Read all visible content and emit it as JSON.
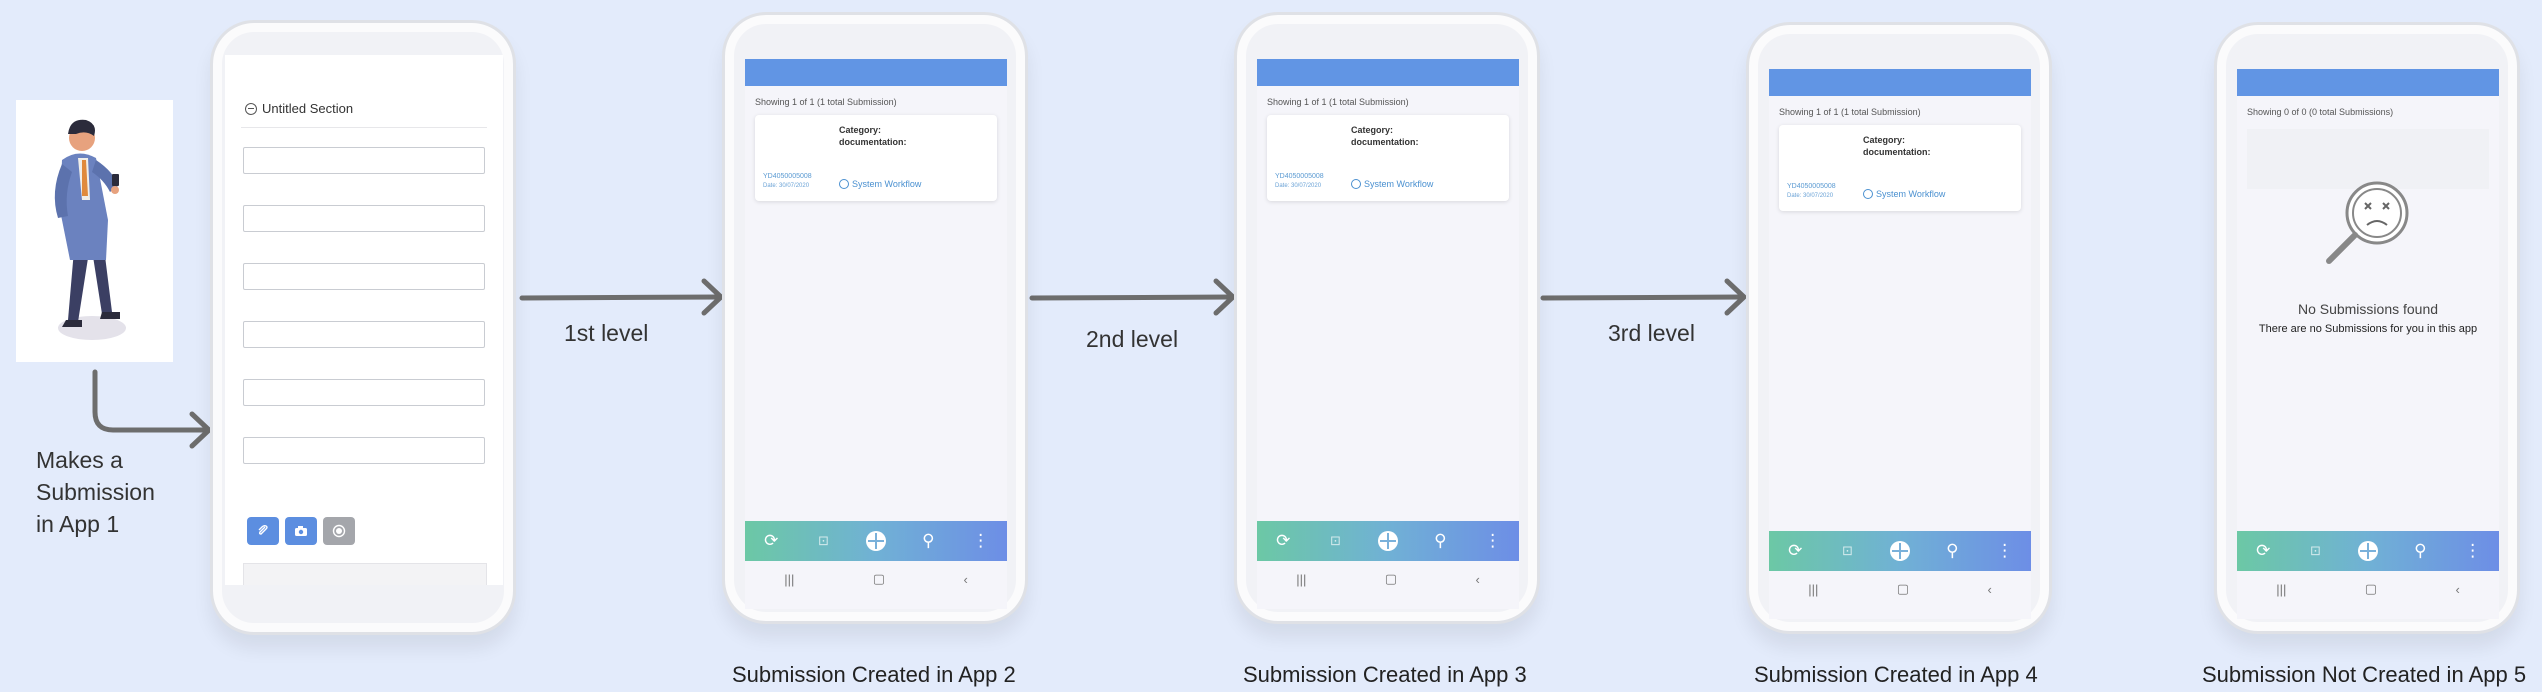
{
  "intro": {
    "lines": [
      "Makes a",
      "Submission",
      "in App 1"
    ]
  },
  "levels": [
    "1st level",
    "2nd level",
    "3rd level"
  ],
  "captions": [
    "Submission Created in App 2",
    "Submission Created in App 3",
    "Submission Created in App 4",
    "Submission Not Created in App 5"
  ],
  "form": {
    "section_title": "Untitled Section"
  },
  "list": {
    "showing": "Showing 1 of 1 (1 total Submission)",
    "category_label": "Category:",
    "documentation_label": "documentation:",
    "submission_id": "YD4050005008",
    "date": "Date: 30/07/2020",
    "workflow": "System Workflow"
  },
  "empty": {
    "showing": "Showing 0 of 0 (0 total Submissions)",
    "title": "No Submissions found",
    "subtitle": "There are no Submissions for you in this app"
  },
  "colors": {
    "background": "#e3ebfb",
    "header_blue": "#6195e4",
    "arrow": "#6d6d6d",
    "nav_start": "#6cc8a5",
    "nav_end": "#6d8ee6"
  },
  "icons": [
    "refresh-icon",
    "inbox-icon",
    "globe-icon",
    "search-icon",
    "more-icon",
    "recents-icon",
    "home-icon",
    "back-icon",
    "paperclip-icon",
    "camera-icon",
    "record-icon",
    "magnifier-sad-icon"
  ]
}
